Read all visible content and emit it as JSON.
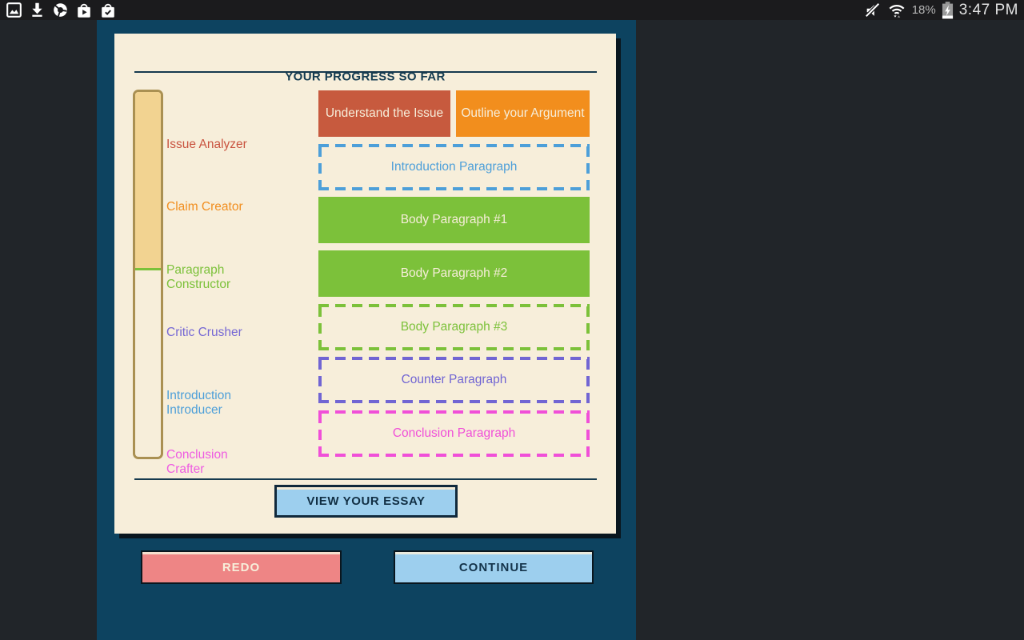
{
  "status_bar": {
    "time": "3:47 PM",
    "battery_percent": "18%",
    "left_icons": [
      "gallery-icon",
      "download-icon",
      "chrome-icon",
      "play-store-icon",
      "tasks-done-icon"
    ],
    "right_icons": [
      "volume-muted-icon",
      "wifi-icon",
      "battery-charging-icon"
    ]
  },
  "app": {
    "panel": {
      "title": "YOUR PROGRESS SO FAR",
      "progress_bar": {
        "fill_percent": 49,
        "fill_color": "#f2d391",
        "marker_color": "#7cc13a",
        "track_border_color": "#aa9052"
      },
      "milestones": [
        {
          "label": "Issue Analyzer",
          "color": "#c9533f"
        },
        {
          "label": "Claim Creator",
          "color": "#f18e1f"
        },
        {
          "label": "Paragraph Constructor",
          "color": "#7cc13a"
        },
        {
          "label": "Critic Crusher",
          "color": "#7668d4"
        },
        {
          "label": "Introduction Introducer",
          "color": "#4d9fd9"
        },
        {
          "label": "Conclusion Crafter",
          "color": "#ee5ce2"
        }
      ],
      "steps": [
        {
          "label": "Understand the Issue",
          "status": "complete",
          "color": "#c75a3e"
        },
        {
          "label": "Outline your Argument",
          "status": "complete",
          "color": "#f28e1d"
        },
        {
          "label": "Introduction Paragraph",
          "status": "pending",
          "color": "#4d9fd9"
        },
        {
          "label": "Body Paragraph #1",
          "status": "complete",
          "color": "#7cc13a"
        },
        {
          "label": "Body Paragraph #2",
          "status": "complete",
          "color": "#7cc13a"
        },
        {
          "label": "Body Paragraph #3",
          "status": "pending",
          "color": "#7cc13a"
        },
        {
          "label": "Counter Paragraph",
          "status": "pending",
          "color": "#7165d3"
        },
        {
          "label": "Conclusion Paragraph",
          "status": "pending",
          "color": "#f04fd8"
        }
      ],
      "view_essay_button": "VIEW YOUR ESSAY"
    },
    "footer": {
      "redo_button": "REDO",
      "continue_button": "CONTINUE"
    },
    "colors": {
      "background": "#212529",
      "stage_background": "#0d4360",
      "panel_background": "#f7eeda",
      "accent_blue": "#9dcfee",
      "accent_red": "#ee8585"
    }
  }
}
